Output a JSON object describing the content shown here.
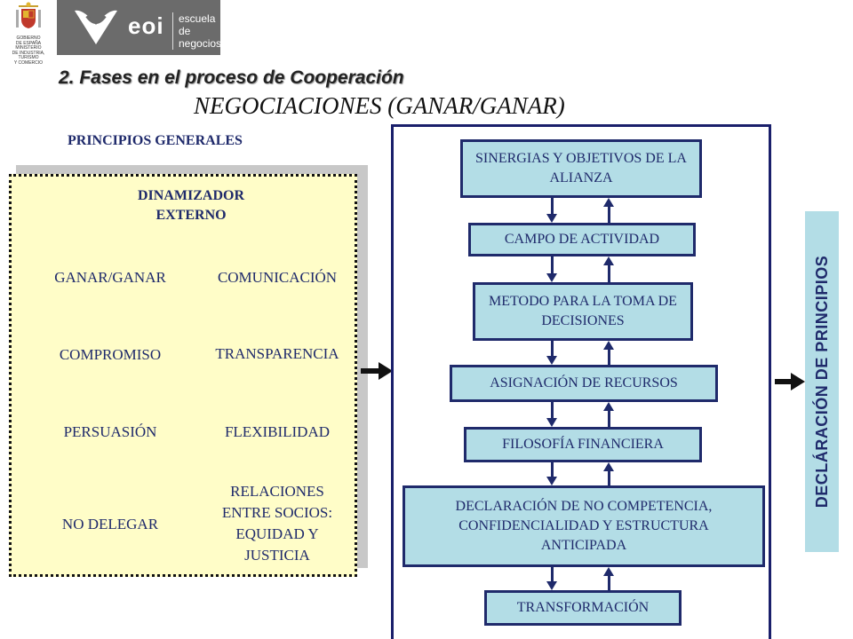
{
  "logos": {
    "government_lines": [
      "GOBIERNO",
      "DE ESPAÑA",
      "MINISTERIO",
      "DE INDUSTRIA, TURISMO",
      "Y COMERCIO"
    ],
    "eoi_word": "eoi",
    "eoi_sub_line1": "escuela",
    "eoi_sub_line2": "de negocios"
  },
  "header": {
    "subtitle": "2. Fases en el proceso de Cooperación",
    "title": "NEGOCIACIONES (GANAR/GANAR)"
  },
  "principles": {
    "label": "PRINCIPIOS  GENERALES",
    "dinamizador_line1": "DINAMIZADOR",
    "dinamizador_line2": "EXTERNO",
    "left": [
      "GANAR/GANAR",
      "COMPROMISO",
      "PERSUASIÓN",
      "NO DELEGAR"
    ],
    "right": [
      "COMUNICACIÓN",
      "TRANSPARENCIA",
      "FLEXIBILIDAD"
    ],
    "relations_lines": [
      "RELACIONES",
      "ENTRE SOCIOS:",
      "EQUIDAD Y",
      "JUSTICIA"
    ]
  },
  "flow": {
    "steps": [
      "SINERGIAS Y OBJETIVOS DE LA ALIANZA",
      "CAMPO DE ACTIVIDAD",
      "METODO PARA LA TOMA DE DECISIONES",
      "ASIGNACIÓN  DE RECURSOS",
      "FILOSOFÍA FINANCIERA",
      "DECLARACIÓN  DE NO COMPETENCIA, CONFIDENCIALIDAD  Y ESTRUCTURA ANTICIPADA",
      "TRANSFORMACIÓN"
    ]
  },
  "declaration": {
    "label": "DECLÁRACIÓN  DE PRINCIPIOS"
  },
  "colors": {
    "navy": "#1f2a6b",
    "step_fill": "#b3dde6",
    "panel_fill": "#fffdc8"
  }
}
